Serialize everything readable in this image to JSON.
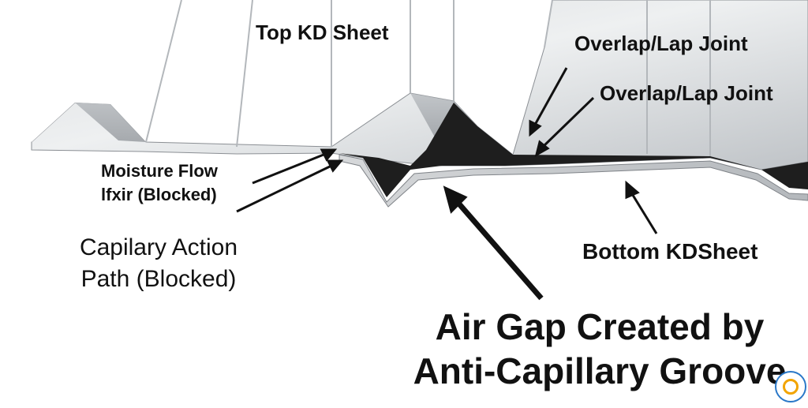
{
  "labels": {
    "top_sheet": "Top KD Sheet",
    "overlap_1": "Overlap/Lap Joint",
    "overlap_2": "Overlap/Lap Joint",
    "moisture_line1": "Moisture Flow",
    "moisture_line2": "lfxir (Blocked)",
    "capillary_line1": "Capilary Action",
    "capillary_line2": "Path (Blocked)",
    "bottom_sheet": "Bottom KDSheet",
    "air_gap_line1": "Air Gap Created by",
    "air_gap_line2": "Anti-Capillary Groove"
  },
  "colors": {
    "metal_light": "#e4e6e8",
    "metal_mid": "#c7cacd",
    "metal_dark": "#9a9ea3",
    "shadow": "#1e1e1e",
    "text": "#111111",
    "logo_blue": "#2a78c8",
    "logo_gold": "#f2a400"
  },
  "logo": {
    "icon": "company-seal-logo"
  }
}
